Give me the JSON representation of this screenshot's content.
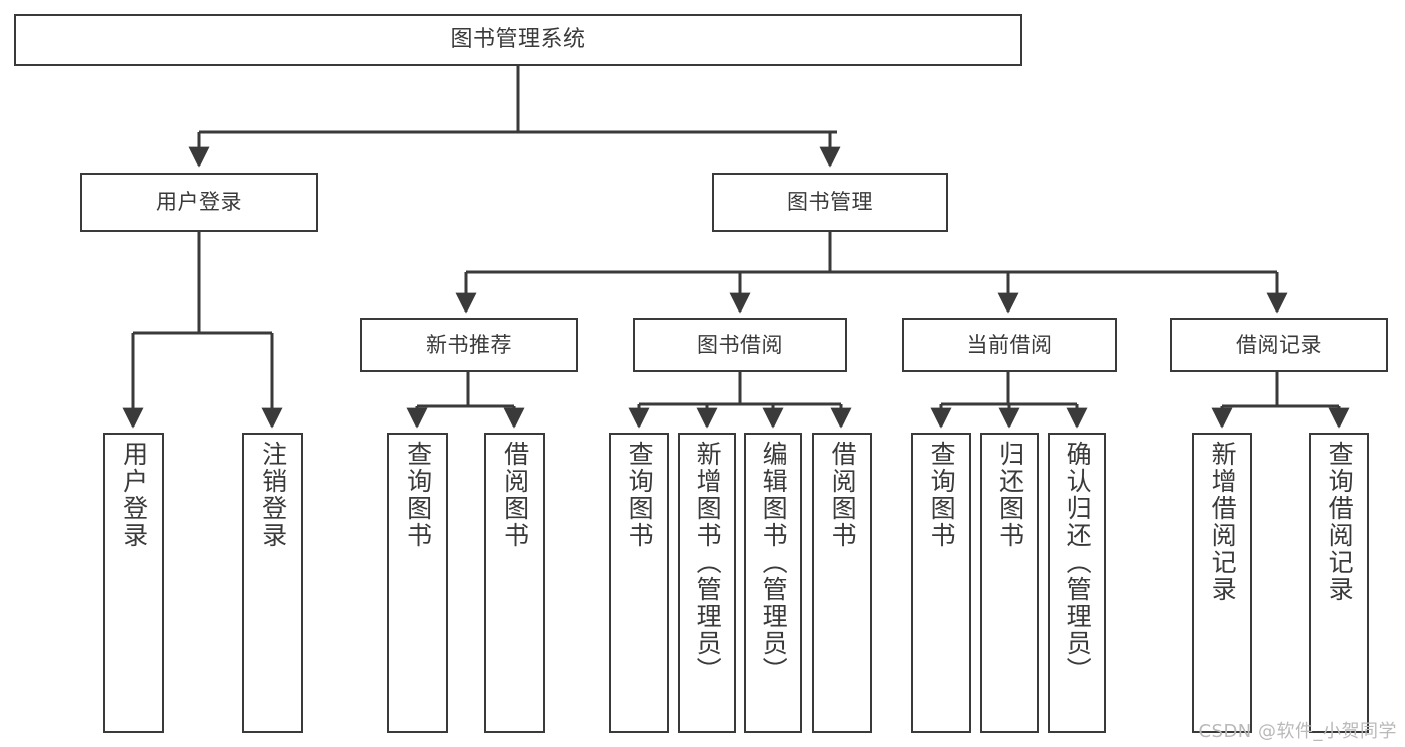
{
  "diagram": {
    "title": "图书管理系统",
    "type": "tree-hierarchy-diagram",
    "watermark": "CSDN @软件_小贺同学",
    "colors": {
      "stroke": "#3a3a3a",
      "fill": "#ffffff",
      "watermark": "#b9b9b9"
    },
    "levels": {
      "root": {
        "label": "图书管理系统"
      },
      "level2": [
        {
          "id": "user-login",
          "label": "用户登录"
        },
        {
          "id": "book-management",
          "label": "图书管理"
        }
      ],
      "level3": [
        {
          "id": "new-book-recommend",
          "label": "新书推荐"
        },
        {
          "id": "book-borrow",
          "label": "图书借阅"
        },
        {
          "id": "current-borrow",
          "label": "当前借阅"
        },
        {
          "id": "borrow-record",
          "label": "借阅记录"
        }
      ],
      "leaves": {
        "user-login": [
          {
            "id": "user-login-leaf",
            "label": "用户登录"
          },
          {
            "id": "user-logout-leaf",
            "label": "注销登录"
          }
        ],
        "new-book-recommend": [
          {
            "id": "query-book-1",
            "label": "查询图书"
          },
          {
            "id": "borrow-book-1",
            "label": "借阅图书"
          }
        ],
        "book-borrow": [
          {
            "id": "query-book-2",
            "label": "查询图书"
          },
          {
            "id": "add-book",
            "label": "新增图书（管理员）"
          },
          {
            "id": "edit-book",
            "label": "编辑图书（管理员）"
          },
          {
            "id": "borrow-book-2",
            "label": "借阅图书"
          }
        ],
        "current-borrow": [
          {
            "id": "query-book-3",
            "label": "查询图书"
          },
          {
            "id": "return-book",
            "label": "归还图书"
          },
          {
            "id": "confirm-return",
            "label": "确认归还（管理员）"
          }
        ],
        "borrow-record": [
          {
            "id": "add-borrow-record",
            "label": "新增借阅记录"
          },
          {
            "id": "query-borrow-record",
            "label": "查询借阅记录"
          }
        ]
      }
    }
  }
}
